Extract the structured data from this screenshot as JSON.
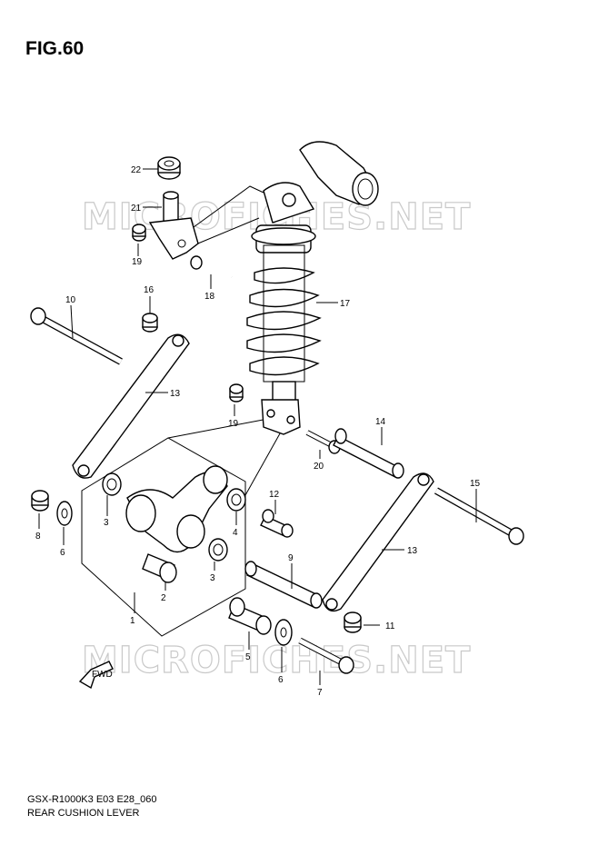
{
  "figure": {
    "title": "FIG.60",
    "code": "GSX-R1000K3 E03 E28_060",
    "name": "REAR CUSHION LEVER",
    "watermark": "MICROFICHES.NET",
    "fwd_label": "FWD"
  },
  "callouts": [
    "22",
    "21",
    "19",
    "18",
    "16",
    "10",
    "17",
    "13",
    "19",
    "14",
    "20",
    "15",
    "12",
    "3",
    "4",
    "8",
    "6",
    "3",
    "9",
    "13",
    "2",
    "1",
    "11",
    "5",
    "6",
    "7"
  ]
}
